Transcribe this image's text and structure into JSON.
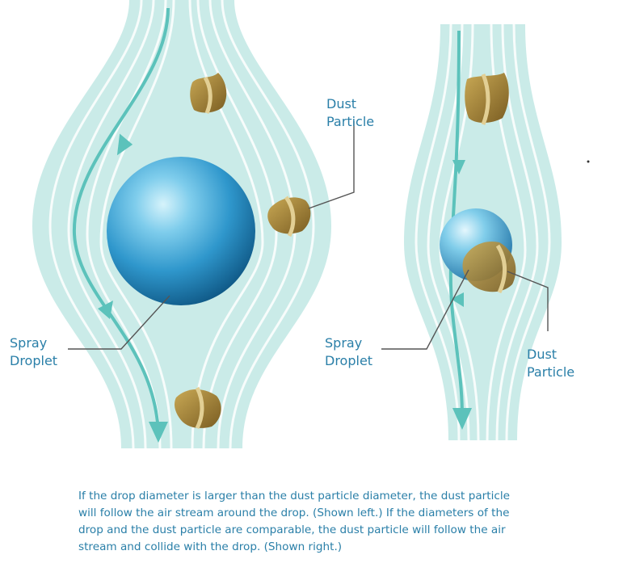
{
  "labels": {
    "left_dust": [
      "Dust",
      "Particle"
    ],
    "left_spray": [
      "Spray",
      "Droplet"
    ],
    "right_spray": [
      "Spray",
      "Droplet"
    ],
    "right_dust": [
      "Dust",
      "Particle"
    ]
  },
  "caption": [
    "If the drop diameter is larger than the dust particle diameter, the dust particle",
    "will follow the air stream around the drop. (Shown left.) If the diameters of the",
    "drop and the dust particle are comparable, the dust particle will follow the air",
    "stream and collide with the drop. (Shown right.)"
  ],
  "colors": {
    "stream": "#c4e9e5",
    "stream_line": "#ffffff",
    "arrow": "#5cc2bb",
    "droplet_light": "#bfe9f7",
    "droplet_mid": "#3aa6d6",
    "droplet_dark": "#0f5f92",
    "particle": "#a7853a",
    "particle_band": "#e2cf94",
    "leader": "#555555",
    "text": "#2a7fa8"
  }
}
